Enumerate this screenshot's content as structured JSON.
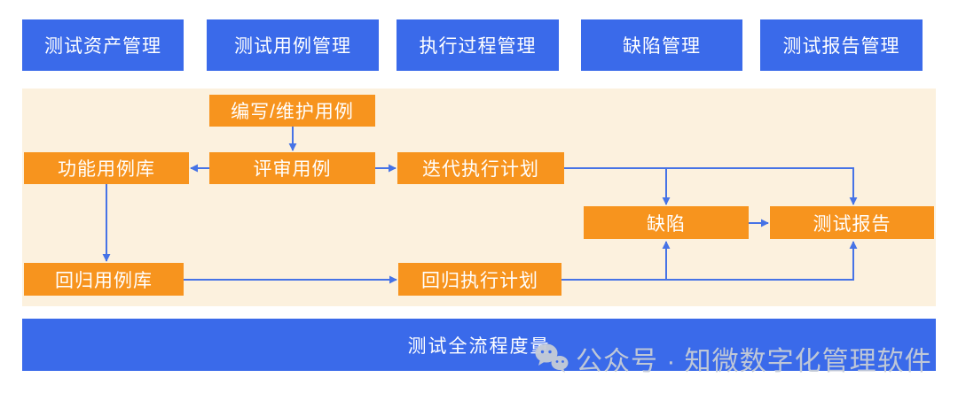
{
  "palette": {
    "blue": "#3A6AEA",
    "orange": "#F7941E",
    "cream": "#FCF1DE",
    "arrow": "#4673E6",
    "watermark": "#C6CCD6"
  },
  "top_tabs": [
    {
      "label": "测试资产管理"
    },
    {
      "label": "测试用例管理"
    },
    {
      "label": "执行过程管理"
    },
    {
      "label": "缺陷管理"
    },
    {
      "label": "测试报告管理"
    }
  ],
  "flow": {
    "nodes": [
      {
        "id": "write-maintain-case",
        "label": "编写/维护用例"
      },
      {
        "id": "function-case-library",
        "label": "功能用例库"
      },
      {
        "id": "review-case",
        "label": "评审用例"
      },
      {
        "id": "iteration-exec-plan",
        "label": "迭代执行计划"
      },
      {
        "id": "defect",
        "label": "缺陷"
      },
      {
        "id": "test-report",
        "label": "测试报告"
      },
      {
        "id": "regression-case-library",
        "label": "回归用例库"
      },
      {
        "id": "regression-exec-plan",
        "label": "回归执行计划"
      }
    ]
  },
  "bottom_bar": {
    "label": "测试全流程度量"
  },
  "watermark": {
    "icon": "wechat-icon",
    "text": "公众号 · 知微数字化管理软件"
  }
}
